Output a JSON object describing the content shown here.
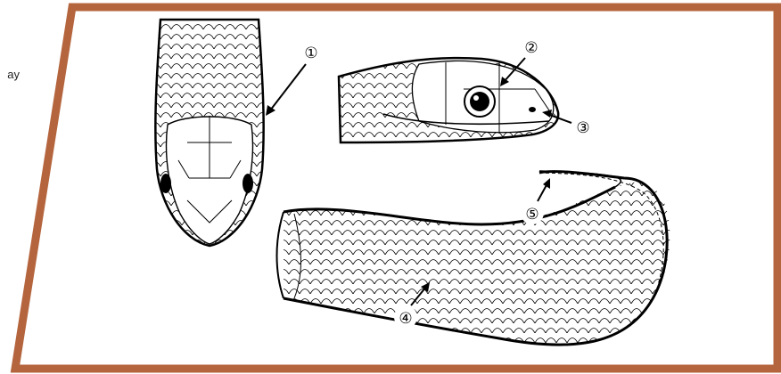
{
  "colors": {
    "frame": "#b5653e",
    "ink": "#000000",
    "background": "#ffffff"
  },
  "edge_text": "ay",
  "callouts": [
    {
      "id": "1",
      "label": "①"
    },
    {
      "id": "2",
      "label": "②"
    },
    {
      "id": "3",
      "label": "③"
    },
    {
      "id": "4",
      "label": "④"
    },
    {
      "id": "5",
      "label": "⑤"
    }
  ]
}
